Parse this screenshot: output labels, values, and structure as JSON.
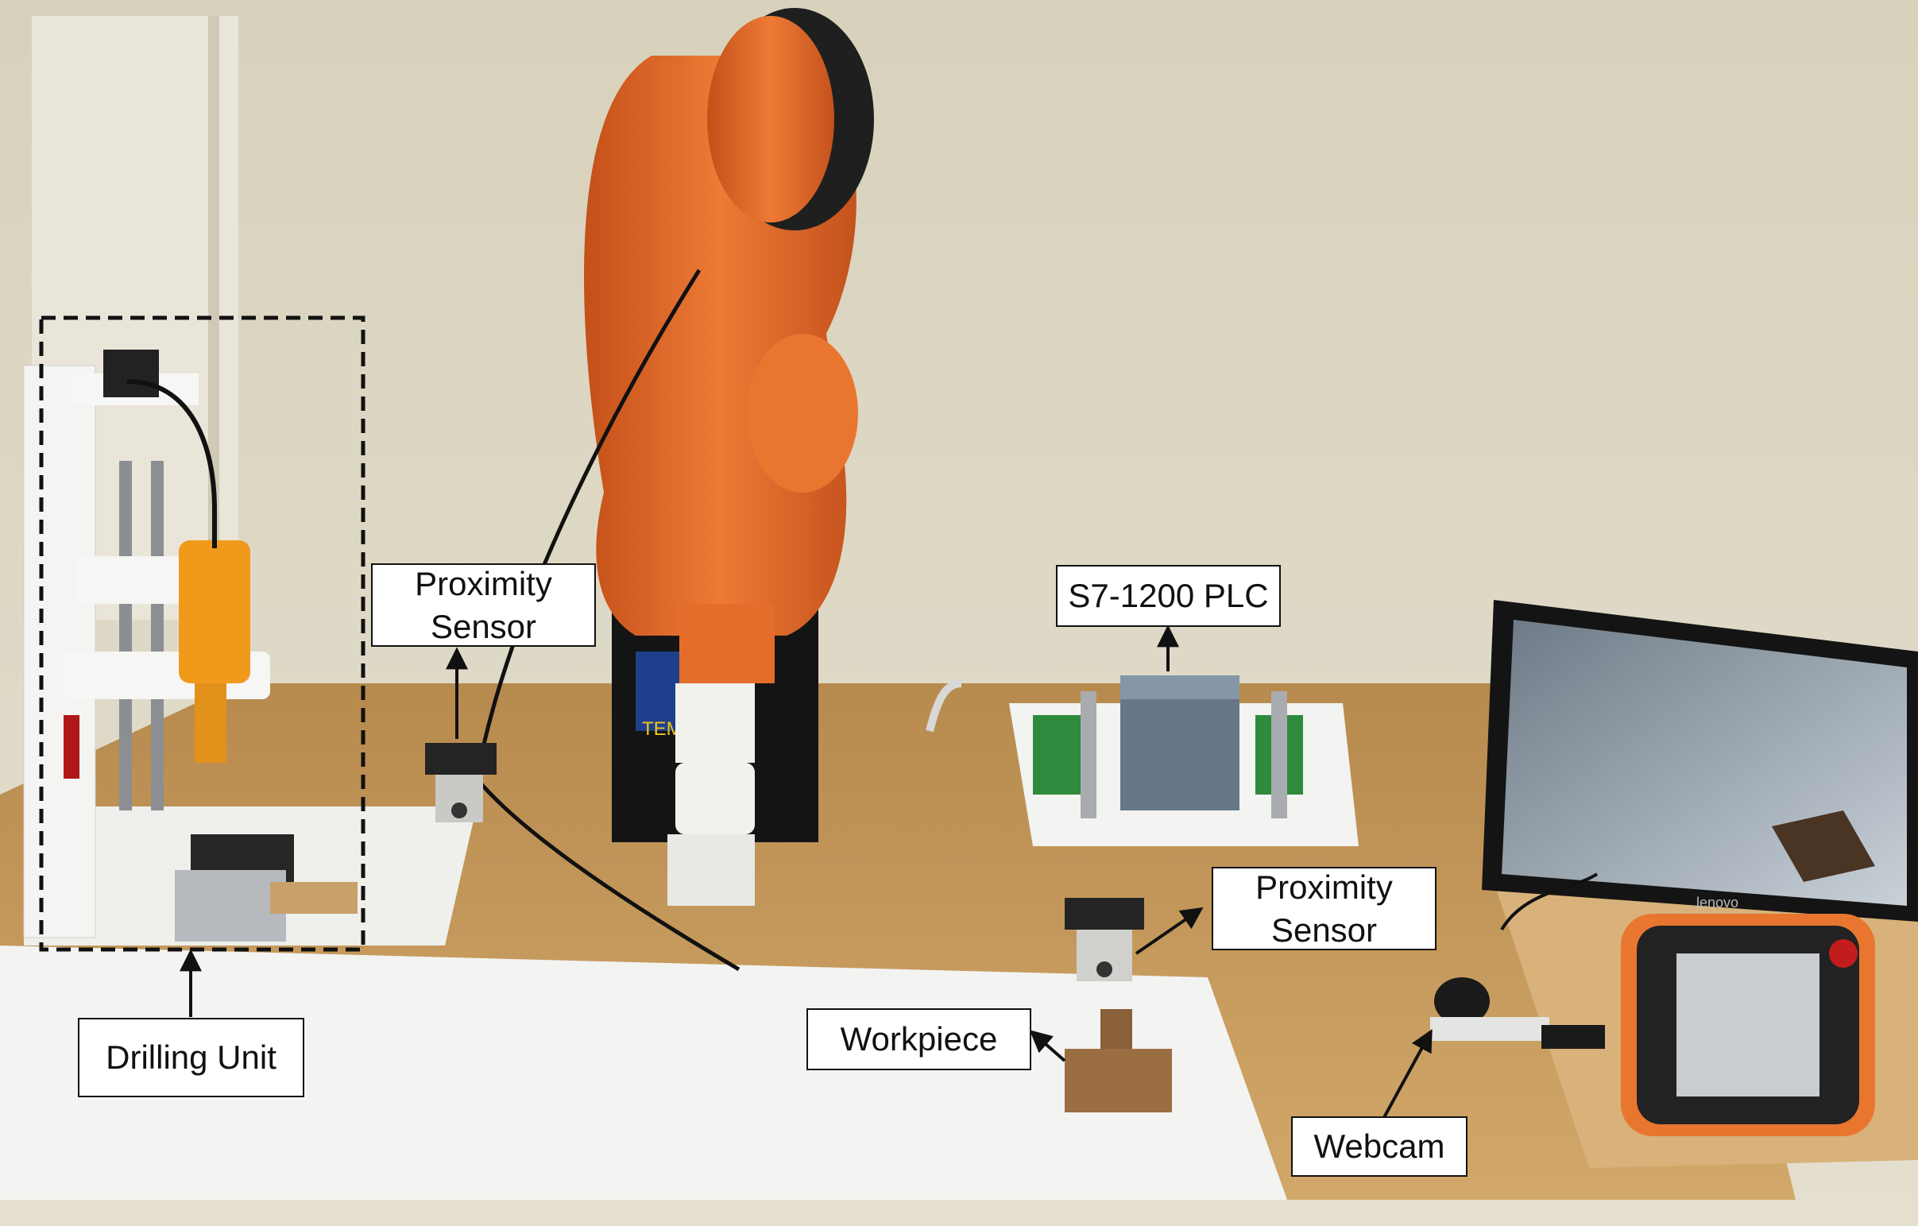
{
  "labels": {
    "proximity_sensor_left": "Proximity\nSensor",
    "s7_plc": "S7-1200 PLC",
    "proximity_sensor_right": "Proximity\nSensor",
    "workpiece": "Workpiece",
    "drilling_unit": "Drilling Unit",
    "webcam": "Webcam"
  },
  "robot_badge": "TEMPUS",
  "monitor_brand": "lenovo",
  "colors": {
    "wall": "#ddd7c4",
    "table": "#c79c5e",
    "robot_orange": "#e06a2a",
    "label_border": "#111111"
  }
}
